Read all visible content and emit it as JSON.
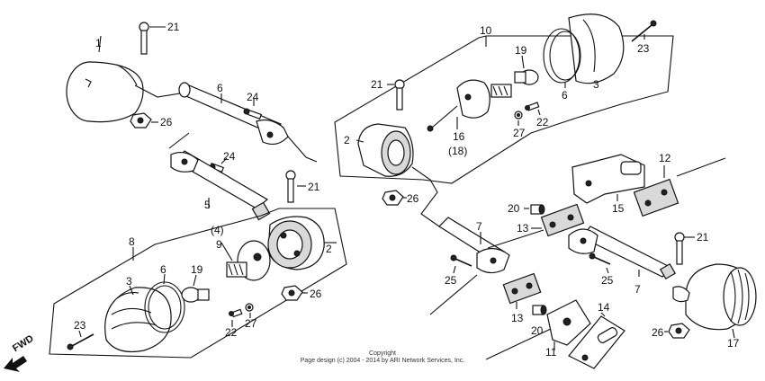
{
  "labels": {
    "p1": "1",
    "p21_a": "21",
    "p26_a": "26",
    "p6_a": "6",
    "p24_a": "24",
    "p24_b": "24",
    "p21_b": "21",
    "p5": "5",
    "p4": "(4)",
    "p9": "9",
    "p2_a": "2",
    "p8": "8",
    "p3_a": "3",
    "p6_b": "6",
    "p19_a": "19",
    "p26_b": "26",
    "p23_a": "23",
    "p22_a": "22",
    "p27_a": "27",
    "p10": "10",
    "p23_b": "23",
    "p21_c": "21",
    "p19_b": "19",
    "p6_c": "6",
    "p3_b": "3",
    "p2_b": "2",
    "p16": "16",
    "p18": "(18)",
    "p22_b": "22",
    "p27_b": "27",
    "p26_c": "26",
    "p7_a": "7",
    "p12": "12",
    "p15": "15",
    "p20_a": "20",
    "p13_a": "13",
    "p21_d": "21",
    "p25_a": "25",
    "p25_b": "25",
    "p7_b": "7",
    "p13_b": "13",
    "p20_b": "20",
    "p14": "14",
    "p11": "11",
    "p26_d": "26",
    "p17": "17"
  },
  "fwd_label": "FWD",
  "copyright": {
    "line1": "Copyright",
    "line2": "Page design (c) 2004 - 2014 by ARI Network Services, Inc."
  }
}
